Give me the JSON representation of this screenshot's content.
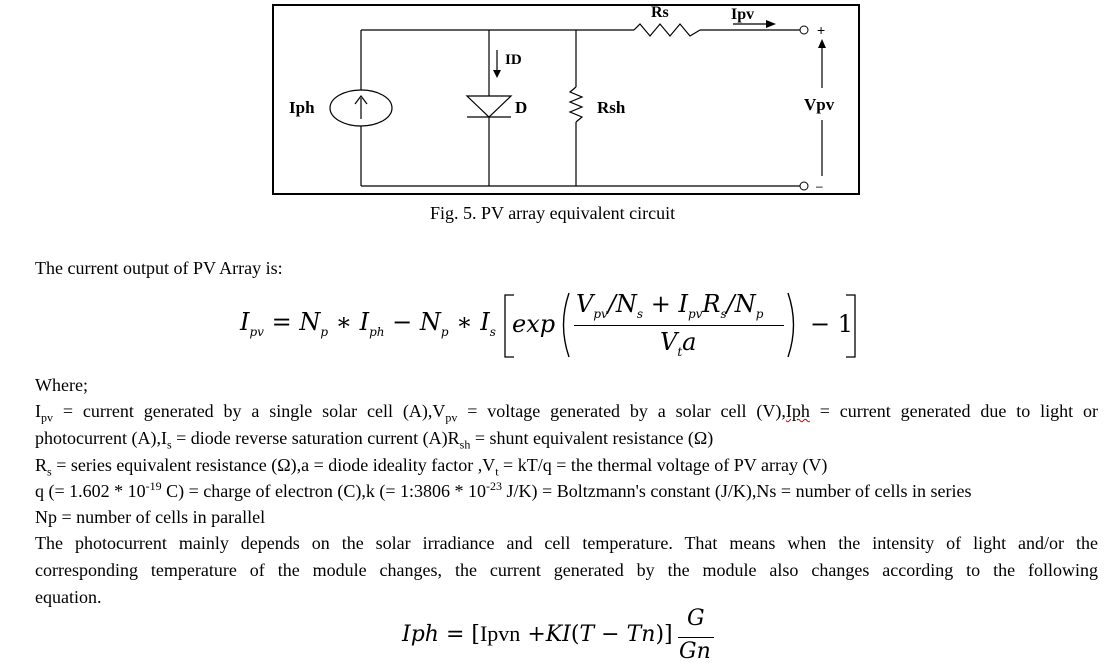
{
  "figure": {
    "caption": "Fig. 5. PV array equivalent circuit",
    "labels": {
      "iph": "Iph",
      "id": "ID",
      "diode": "D",
      "rsh": "Rsh",
      "rs": "Rs",
      "ipv": "Ipv",
      "vpv": "Vpv",
      "plus": "+",
      "minus": "–"
    }
  },
  "intro": "The current output of PV Array is:",
  "equation1": {
    "lhs": "I",
    "lhs_sub": "pv",
    "eq": "=",
    "np1": "N",
    "np1_sub": "p",
    "star1": "∗",
    "iph": "I",
    "iph_sub": "ph",
    "minus": "−",
    "np2": "N",
    "np2_sub": "p",
    "star2": "∗",
    "is": "I",
    "is_sub": "s",
    "exp": "exp",
    "num_v": "V",
    "num_v_sub": "pv",
    "num_slash1": "/N",
    "num_ns_sub": "s",
    "num_plus": "+",
    "num_i": "I",
    "num_i_sub": "pv",
    "num_r": "R",
    "num_r_sub": "s",
    "num_slash2": "/N",
    "num_np_sub": "p",
    "den_v": "V",
    "den_t_sub": "t",
    "den_a": "a",
    "minus_one": "− 1"
  },
  "where": "Where;",
  "definitions": {
    "line1": {
      "ipv": "I",
      "ipv_sub": "pv",
      "t1": " = current generated by a single solar cell (A),V",
      "vpv_sub": "pv",
      "t2": " = voltage generated by a solar cell (V),",
      "iph": "Iph",
      "t3": " = current generated due to light or"
    },
    "line2": {
      "t1": "photocurrent (A),I",
      "is_sub": "s",
      "t2": " = diode reverse saturation current (A)R",
      "rsh_sub": "sh",
      "t3": " = shunt equivalent resistance (Ω)"
    },
    "line3": {
      "t1": "R",
      "rs_sub": "s",
      "t2": " = series equivalent resistance (Ω),a = diode ideality factor ,V",
      "vt_sub": "t",
      "t3": " = kT/q = the thermal voltage of PV array (V)"
    },
    "line4": {
      "t1": "q (= 1.602 * 10",
      "q_exp": "-19",
      "t2": " C) = charge of electron (C),k (= 1:3806 * 10",
      "k_exp": "-23",
      "t3": " J/K) = Boltzmann's constant (J/K),Ns = number of cells in series"
    },
    "line5": "Np = number of cells in parallel"
  },
  "paragraph": {
    "line1": "The photocurrent mainly depends on the solar irradiance and cell temperature. That means when the intensity of light and/or the",
    "line2": "corresponding temperature of the module changes, the current generated by the module also changes according to the following",
    "line3": "equation."
  },
  "equation2": {
    "lhs": "Iph",
    "eq": "=",
    "lbr": "[",
    "ipvn": "Ipvn",
    "plus": "+",
    "ki": "KI",
    "paren_open": "(",
    "t": "T",
    "minus": "−",
    "tn": "Tn",
    "paren_close": ")",
    "rbr": "]",
    "num": "G",
    "den": "Gn"
  }
}
